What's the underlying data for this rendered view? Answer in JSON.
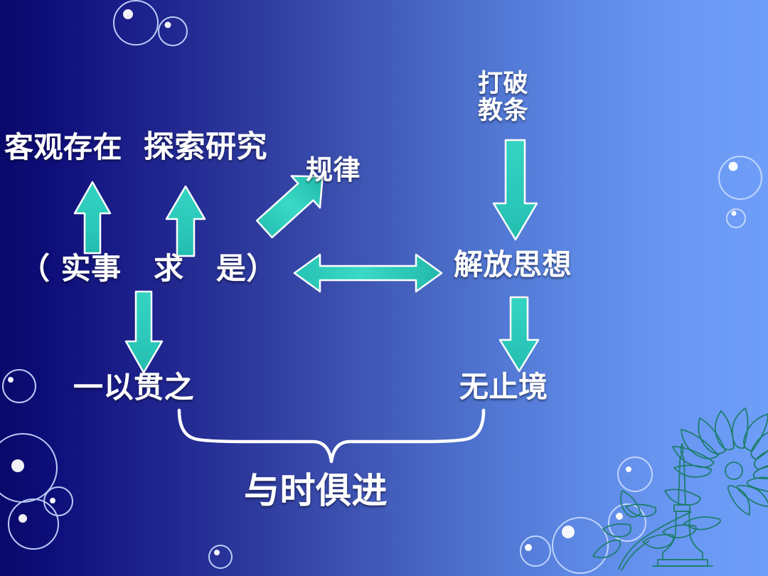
{
  "slide": {
    "title_semantics": "concept-diagram-seeking-truth-from-facts",
    "background": {
      "gradient_from": "#09096b",
      "gradient_to": "#6f9ef8",
      "direction": "left-to-right"
    },
    "colors": {
      "text": "#ffffff",
      "arrow_fill": "#2ec8bb",
      "arrow_fill_light": "#3ad8c8",
      "arrow_stroke": "#ffffff",
      "brace_stroke": "#ffffff",
      "bubble_stroke": "#cfe0ff",
      "ornament_stroke": "#1f7f6e"
    },
    "nodes": [
      {
        "id": "keguan",
        "label": "客观存在"
      },
      {
        "id": "tansuo",
        "label": "探索研究"
      },
      {
        "id": "guilv",
        "label": "规律"
      },
      {
        "id": "dapo",
        "label": "打破\n教条"
      },
      {
        "id": "shishi",
        "label": "（ 实事   求   是）"
      },
      {
        "id": "jiefang",
        "label": "解放思想"
      },
      {
        "id": "yiyi",
        "label": "一以贯之"
      },
      {
        "id": "wuzhi",
        "label": "无止境"
      },
      {
        "id": "yushi",
        "label": "与时俱进"
      }
    ],
    "connectors": [
      {
        "id": "arrow-up-left",
        "kind": "arrow-up",
        "from": "shishi",
        "to": "keguan"
      },
      {
        "id": "arrow-up-right",
        "kind": "arrow-up",
        "from": "shishi",
        "to": "tansuo"
      },
      {
        "id": "arrow-diagonal",
        "kind": "arrow-up-right",
        "from": "shishi",
        "to": "guilv"
      },
      {
        "id": "arrow-down-left",
        "kind": "arrow-down",
        "from": "shishi",
        "to": "yiyi"
      },
      {
        "id": "arrow-double",
        "kind": "arrow-bidirectional",
        "from": "shishi",
        "to": "jiefang"
      },
      {
        "id": "arrow-dapo-jiefang",
        "kind": "arrow-down",
        "from": "dapo",
        "to": "jiefang"
      },
      {
        "id": "arrow-jiefang-wuzhi",
        "kind": "arrow-down",
        "from": "jiefang",
        "to": "wuzhi"
      },
      {
        "id": "brace-bottom",
        "kind": "curly-brace",
        "from": "yiyi+wuzhi",
        "to": "yushi"
      }
    ],
    "ornaments": {
      "bubbles_count": 13,
      "plant_icon": "candlestick-with-flower"
    }
  }
}
